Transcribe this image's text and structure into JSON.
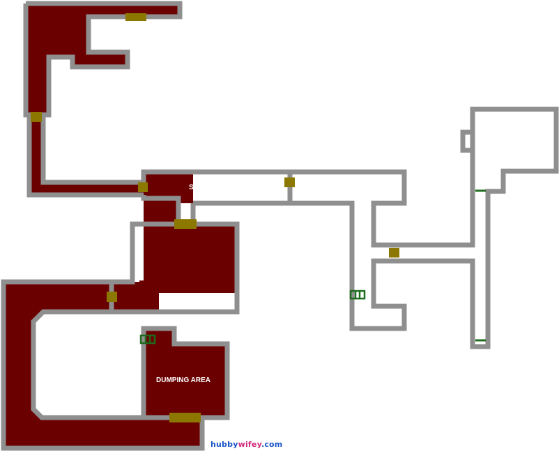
{
  "map": {
    "labels": {
      "dumping_area": "DUMPING AREA",
      "partial_room": "S"
    },
    "credit": {
      "part1": "hubby",
      "part2": "wifey",
      "part3": ".com"
    },
    "colors": {
      "wall": "#8f8f8f",
      "visited_floor": "#6b0000",
      "unvisited_floor": "#ffffff",
      "door": "#8c7800",
      "ladder": "#1d6b1d"
    },
    "icons": [
      "door-marker",
      "ladder-icon"
    ]
  }
}
